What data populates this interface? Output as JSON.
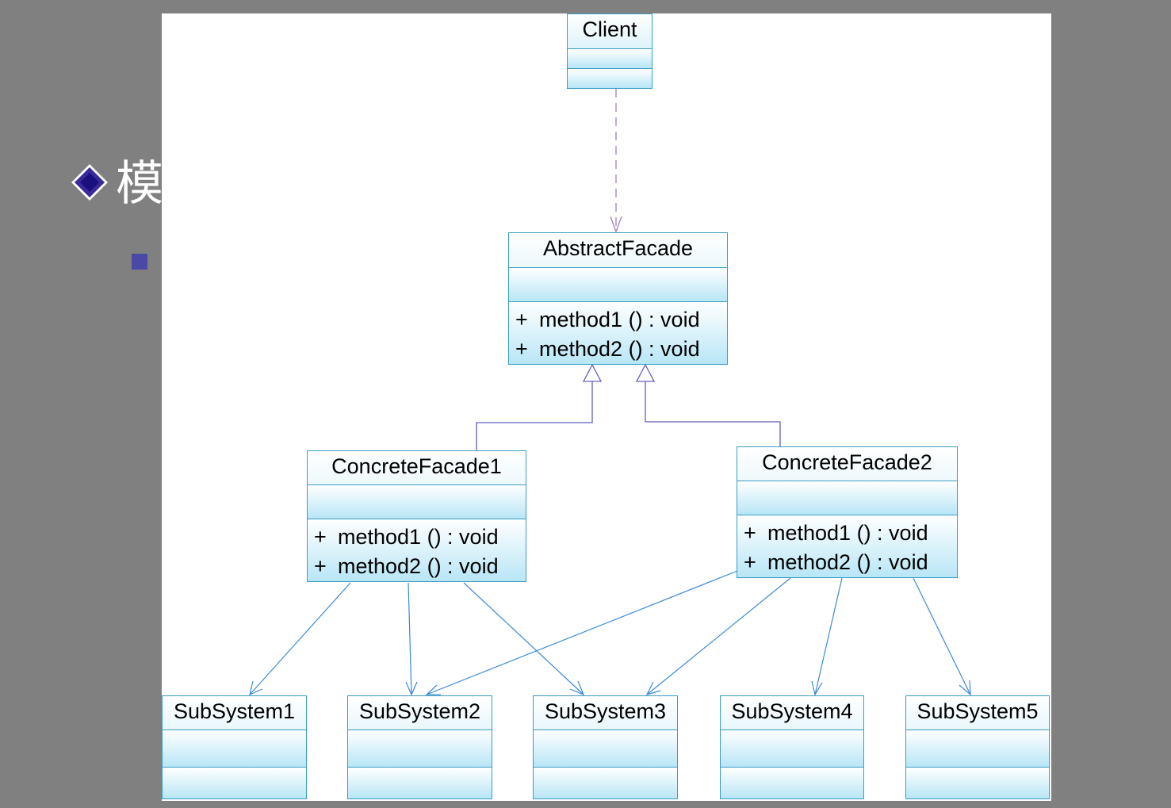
{
  "slide": {
    "heading_char": "模"
  },
  "diagram": {
    "classes": {
      "client": {
        "name": "Client"
      },
      "abstract_facade": {
        "name": "AbstractFacade",
        "operations": [
          {
            "vis": "+",
            "sig": "method1 () : void"
          },
          {
            "vis": "+",
            "sig": "method2 () : void"
          }
        ]
      },
      "concrete_facade1": {
        "name": "ConcreteFacade1",
        "operations": [
          {
            "vis": "+",
            "sig": "method1 () : void"
          },
          {
            "vis": "+",
            "sig": "method2 () : void"
          }
        ]
      },
      "concrete_facade2": {
        "name": "ConcreteFacade2",
        "operations": [
          {
            "vis": "+",
            "sig": "method1 () : void"
          },
          {
            "vis": "+",
            "sig": "method2 () : void"
          }
        ]
      },
      "subsystem1": {
        "name": "SubSystem1"
      },
      "subsystem2": {
        "name": "SubSystem2"
      },
      "subsystem3": {
        "name": "SubSystem3"
      },
      "subsystem4": {
        "name": "SubSystem4"
      },
      "subsystem5": {
        "name": "SubSystem5"
      }
    },
    "relations": [
      {
        "type": "dependency",
        "from": "Client",
        "to": "AbstractFacade"
      },
      {
        "type": "generalization",
        "from": "ConcreteFacade1",
        "to": "AbstractFacade"
      },
      {
        "type": "generalization",
        "from": "ConcreteFacade2",
        "to": "AbstractFacade"
      },
      {
        "type": "association",
        "from": "ConcreteFacade1",
        "to": "SubSystem1"
      },
      {
        "type": "association",
        "from": "ConcreteFacade1",
        "to": "SubSystem2"
      },
      {
        "type": "association",
        "from": "ConcreteFacade1",
        "to": "SubSystem3"
      },
      {
        "type": "association",
        "from": "ConcreteFacade2",
        "to": "SubSystem2"
      },
      {
        "type": "association",
        "from": "ConcreteFacade2",
        "to": "SubSystem3"
      },
      {
        "type": "association",
        "from": "ConcreteFacade2",
        "to": "SubSystem4"
      },
      {
        "type": "association",
        "from": "ConcreteFacade2",
        "to": "SubSystem5"
      }
    ],
    "colors": {
      "class_border": "#3a9cc4",
      "class_fill_top": "#ffffff",
      "class_fill_bottom": "#b8e6f6",
      "association_line": "#3a8ad8",
      "dependency_line": "#a080c0",
      "generalization_line": "#6060c0"
    }
  }
}
